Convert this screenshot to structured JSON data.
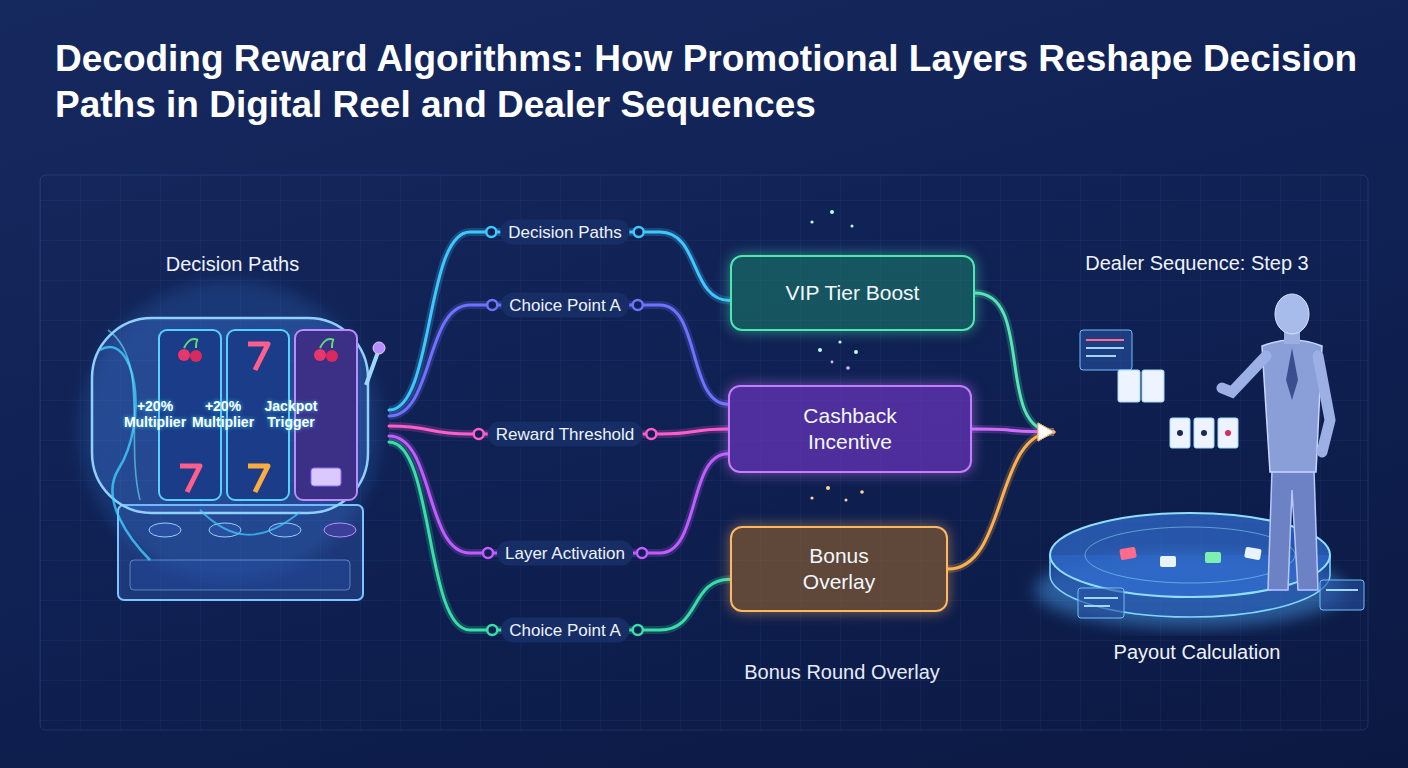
{
  "diagram": {
    "title": "Decoding Reward Algorithms: How Promotional Layers Reshape Decision Paths in Digital Reel and Dealer Sequences",
    "nodes": [
      {
        "text": [
          "Decision Paths",
          "+20% Multiplier",
          "+20% Multiplier",
          "Jackpot Trigger"
        ]
      },
      {
        "text": [
          "VIP Tier Boost"
        ]
      },
      {
        "text": [
          "Cashback Incentive"
        ]
      },
      {
        "text": [
          "Bonus Overlay"
        ]
      },
      {
        "text": [
          "Dealer Sequence: Step 3",
          "Payout Calculation"
        ]
      }
    ],
    "edges": [
      {
        "from": 0,
        "to": 1,
        "arrow": "none",
        "label": "Decision Paths"
      },
      {
        "from": 0,
        "to": 2,
        "arrow": "none",
        "label": "Choice Point A"
      },
      {
        "from": 0,
        "to": 2,
        "arrow": "none",
        "label": "Reward Threshold"
      },
      {
        "from": 0,
        "to": 2,
        "arrow": "none",
        "label": "Layer Activation"
      },
      {
        "from": 0,
        "to": 3,
        "arrow": "none",
        "label": "Choice Point A"
      },
      {
        "from": 1,
        "to": 4,
        "arrow": "to"
      },
      {
        "from": 2,
        "to": 4,
        "arrow": "to"
      },
      {
        "from": 3,
        "to": 4,
        "arrow": "to"
      }
    ],
    "labels": [
      "Bonus Round Overlay"
    ]
  }
}
